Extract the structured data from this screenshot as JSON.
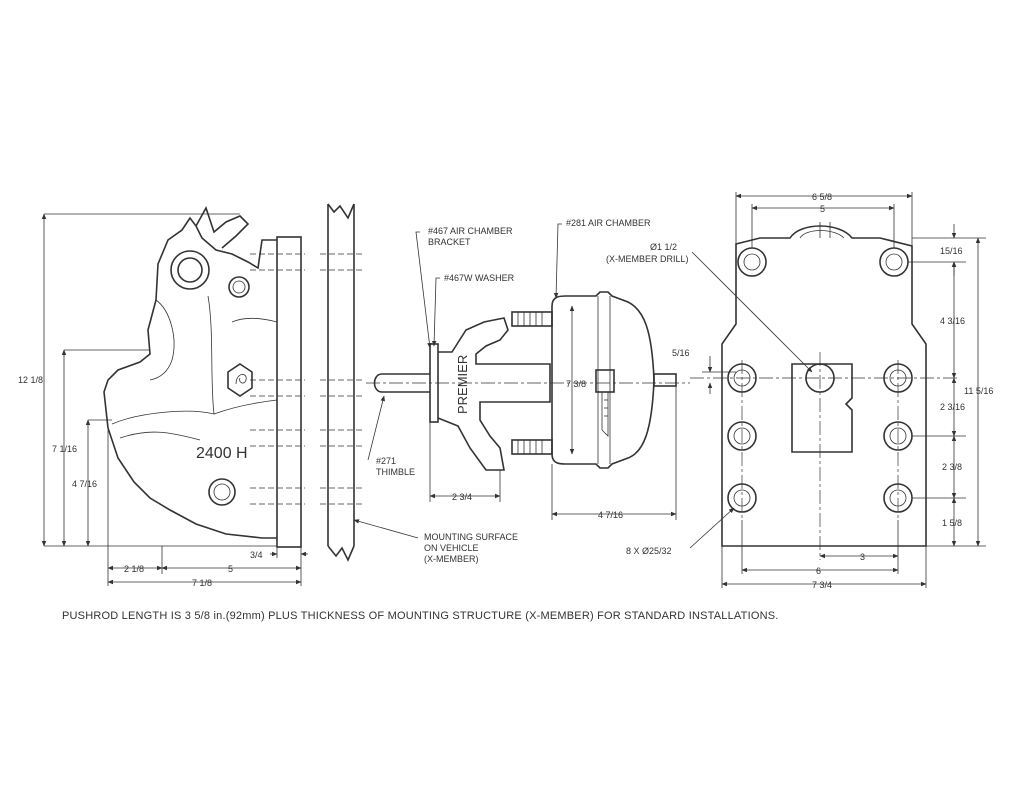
{
  "hitch": {
    "model": "2400  H",
    "dims": {
      "height": "12 1/8",
      "d7_1_16": "7 1/16",
      "d4_7_16": "4 7/16",
      "d2_1_8": "2 1/8",
      "d5": "5",
      "d7_1_8": "7 1/8",
      "d3_4": "3/4"
    }
  },
  "side": {
    "brand": "PREMIER",
    "labels": {
      "bracket_l1": "#467 AIR CHAMBER",
      "bracket_l2": "BRACKET",
      "washer": "#467W WASHER",
      "chamber": "#281 AIR CHAMBER",
      "thimble_l1": "#271",
      "thimble_l2": "THIMBLE",
      "mount_l1": "MOUNTING SURFACE",
      "mount_l2": "ON VEHICLE",
      "mount_l3": "(X-MEMBER)"
    },
    "dims": {
      "d7_3_8": "7 3/8",
      "d2_3_4": "2 3/4",
      "d4_7_16": "4 7/16"
    }
  },
  "plate": {
    "labels": {
      "drill_l1": "Ø1 1/2",
      "drill_l2": "(X-MEMBER DRILL)",
      "holes": "8 X Ø25/32"
    },
    "dims": {
      "d6_5_8": "6 5/8",
      "d5": "5",
      "d15_16": "15/16",
      "d4_3_16": "4 3/16",
      "d5_16": "5/16",
      "d11_5_16": "11 5/16",
      "d2_3_16": "2 3/16",
      "d2_3_8": "2 3/8",
      "d1_5_8": "1 5/8",
      "d3": "3",
      "d6": "6",
      "d7_3_4": "7 3/4"
    }
  },
  "footnote": "PUSHROD LENGTH IS 3 5/8 in.(92mm) PLUS THICKNESS OF MOUNTING STRUCTURE (X-MEMBER) FOR STANDARD INSTALLATIONS."
}
